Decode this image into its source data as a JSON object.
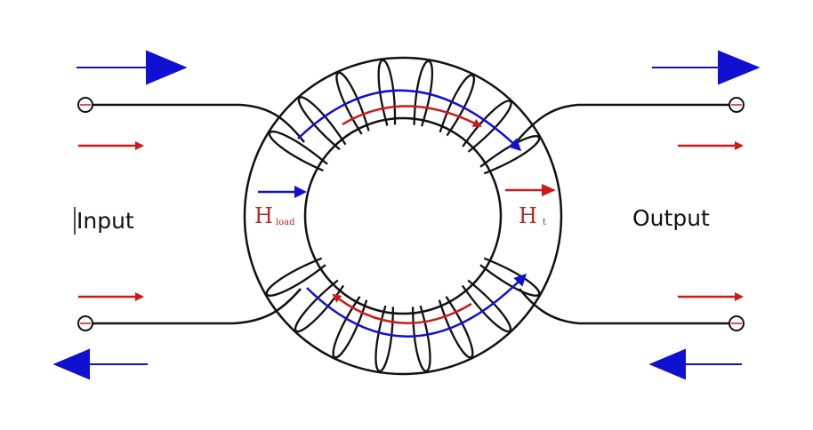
{
  "labels": {
    "input": "Input",
    "output": "Output",
    "h_load_main": "H",
    "h_load_sub": "load",
    "h_t_main": "H",
    "h_t_sub": "t"
  },
  "colors": {
    "wire": "#111111",
    "blue_arrow": "#1010d0",
    "red_arrow": "#cc1a1a",
    "field_text": "#b52a2a"
  }
}
